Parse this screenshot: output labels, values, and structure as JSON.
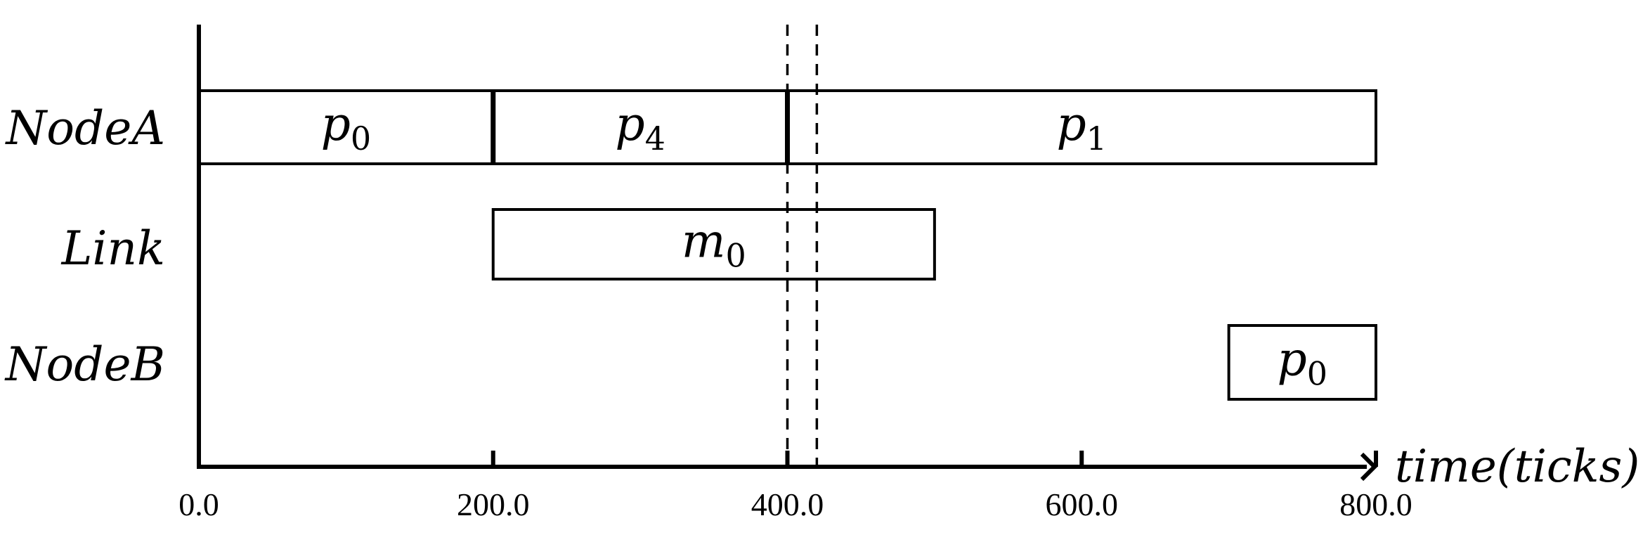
{
  "chart_data": {
    "type": "gantt",
    "xlabel": "time(ticks)",
    "xlim": [
      0,
      800
    ],
    "xticks": [
      0,
      200,
      400,
      600,
      800
    ],
    "xtick_labels": [
      "0.0",
      "200.0",
      "400.0",
      "600.0",
      "800.0"
    ],
    "rows": [
      "NodeA",
      "Link",
      "NodeB"
    ],
    "bars": [
      {
        "row": "NodeA",
        "start": 0,
        "end": 200,
        "label": "p",
        "sub": "0"
      },
      {
        "row": "NodeA",
        "start": 200,
        "end": 400,
        "label": "p",
        "sub": "4"
      },
      {
        "row": "NodeA",
        "start": 400,
        "end": 800,
        "label": "p",
        "sub": "1"
      },
      {
        "row": "Link",
        "start": 200,
        "end": 500,
        "label": "m",
        "sub": "0"
      },
      {
        "row": "NodeB",
        "start": 700,
        "end": 800,
        "label": "p",
        "sub": "0"
      }
    ],
    "markers": [
      400,
      420
    ],
    "grid": false
  }
}
